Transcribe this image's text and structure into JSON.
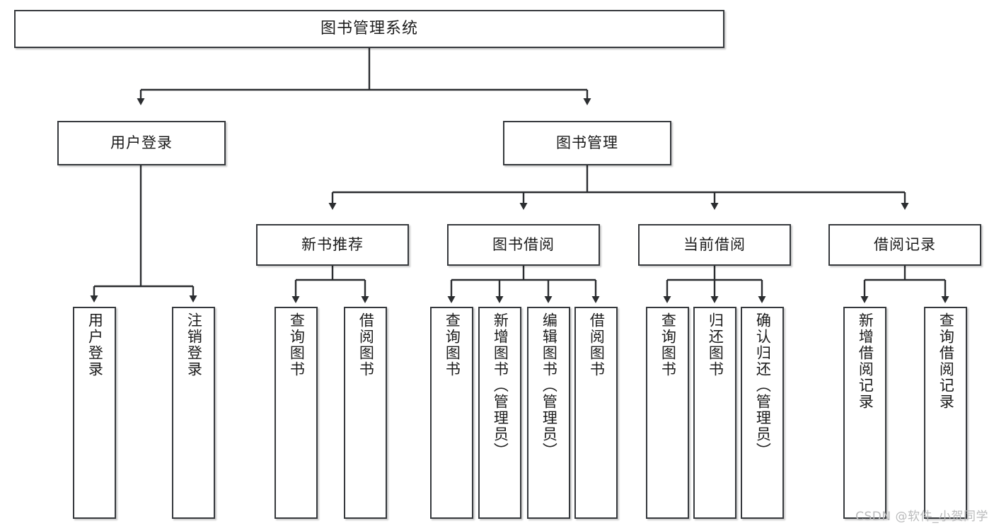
{
  "diagram": {
    "title_node": {
      "label": "图书管理系统"
    },
    "level2": [
      {
        "label": "用户登录"
      },
      {
        "label": "图书管理"
      }
    ],
    "level3": [
      {
        "label": "新书推荐"
      },
      {
        "label": "图书借阅"
      },
      {
        "label": "当前借阅"
      },
      {
        "label": "借阅记录"
      }
    ],
    "leaves": [
      {
        "label": "用户登录"
      },
      {
        "label": "注销登录"
      },
      {
        "label": "查询图书"
      },
      {
        "label": "借阅图书"
      },
      {
        "label": "查询图书"
      },
      {
        "label": "新增图书（管理员）"
      },
      {
        "label": "编辑图书（管理员）"
      },
      {
        "label": "借阅图书"
      },
      {
        "label": "查询图书"
      },
      {
        "label": "归还图书"
      },
      {
        "label": "确认归还（管理员）"
      },
      {
        "label": "新增借阅记录"
      },
      {
        "label": "查询借阅记录"
      }
    ]
  },
  "watermark": {
    "text": "CSDN @软件_小贺同学"
  },
  "colors": {
    "stroke": "#36393d",
    "background": "#ffffff",
    "text": "#1b1b1b",
    "watermark": "#b9babb"
  }
}
